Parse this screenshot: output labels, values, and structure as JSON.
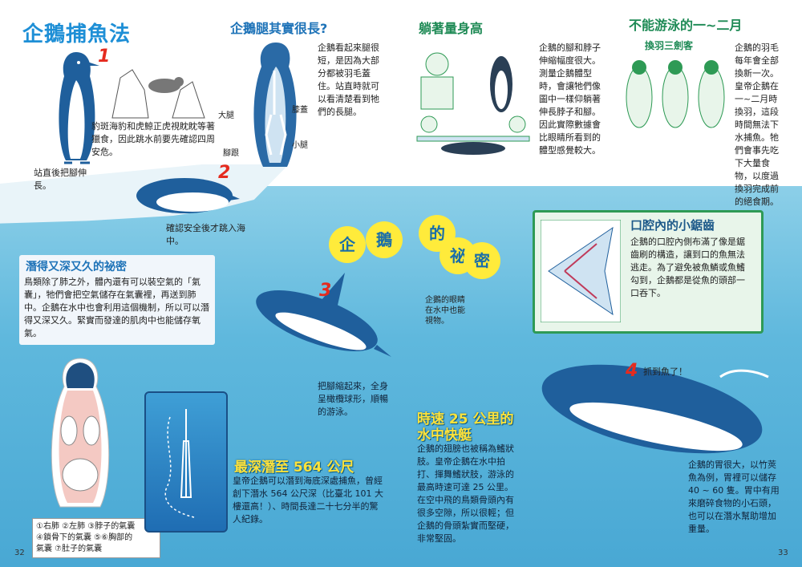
{
  "left": {
    "main_title": "企鵝捕魚法",
    "step1_num": "1",
    "step1_text": "豹斑海豹和虎鯨正虎視眈眈等著獵食，因此跳水前要先確認四周安危。",
    "step1_label": "站直後把腳伸長。",
    "step2_num": "2",
    "step2_label": "確認安全後才跳入海中。",
    "step3_num": "3",
    "step3_label": "把腳縮起來，全身呈橄欖球形，順暢的游泳。",
    "eye_label": "企鵝的眼睛在水中也能視物。",
    "legs_title": "企鵝腿其實很長?",
    "legs_text": "企鵝看起來腿很短，是因為大部分都被羽毛蓋住。站直時就可以看清楚看到牠們的長腿。",
    "legs_labels": {
      "thigh": "大腿",
      "knee": "膝蓋",
      "shin": "小腿",
      "heel": "腳跟"
    },
    "dive_title": "潛得又深又久的祕密",
    "dive_text": "鳥類除了肺之外，體內還有可以裝空氣的「氣囊」，牠們會把空氣儲存在氣囊裡，再送到肺中。企鵝在水中也會利用這個機制，所以可以潛得又深又久。緊實而發達的肌肉中也能儲存氧氣。",
    "legend_lines": [
      "①右肺 ②左肺 ③脖子的氣囊",
      "④鎖骨下的氣囊 ⑤⑥胸部的",
      "氣囊 ⑦肚子的氣囊"
    ],
    "depth_title": "最深潛至 564 公尺",
    "depth_text": "皇帝企鵝可以潛到海底深處捕魚，曾經創下潛水 564 公尺深（比臺北 101 大樓還高！）、時間長達二十七分半的驚人紀錄。",
    "page_number": "32",
    "bubbles": [
      "企",
      "鵝"
    ]
  },
  "right": {
    "measure_title": "躺著量身高",
    "measure_text": "企鵝的腳和脖子伸縮幅度很大。測量企鵝體型時，會讓牠們像圖中一樣仰躺著伸長脖子和腳。因此實際數據會比眼睛所看到的體型感覺較大。",
    "molt_title": "不能游泳的一~二月",
    "molt_caption": "換羽三劍客",
    "molt_text": "企鵝的羽毛每年會全部換新一次。皇帝企鵝在一~二月時換羽，這段時間無法下水捕魚。牠們會事先吃下大量食物，以度過換羽完成前的絕食期。",
    "teeth_title": "口腔內的小鋸齒",
    "teeth_text": "企鵝的口腔內側布滿了像是鋸齒刷的構造，讓到口的魚無法逃走。為了避免被魚鱗或魚鰭勾到，企鵝都是從魚的頭部一口吞下。",
    "speed_title_1": "時速 25 公里的",
    "speed_title_2": "水中快艇",
    "speed_text": "企鵝的翅膀也被稱為鰭狀肢。皇帝企鵝在水中拍打、揮舞鰭狀肢，游泳的最高時速可達 25 公里。在空中飛的鳥類骨頭內有很多空隙，所以很輕；但企鵝的骨頭紮實而堅硬，非常堅固。",
    "step4_num": "4",
    "step4_label": "抓到魚了！",
    "stomach_text": "企鵝的胃很大，以竹莢魚為例，胃裡可以儲存 40 ~ 60 隻。胃中有用來磨碎食物的小石頭，也可以在潛水幫助增加重量。",
    "page_number": "33",
    "bubbles": [
      "的",
      "祕",
      "密"
    ]
  },
  "colors": {
    "sea": "#5fb8dd",
    "title_blue": "#1e73b8",
    "title_green": "#1e8a55",
    "step_red": "#e52b1f",
    "bubble_yellow": "#ffeb3b"
  }
}
